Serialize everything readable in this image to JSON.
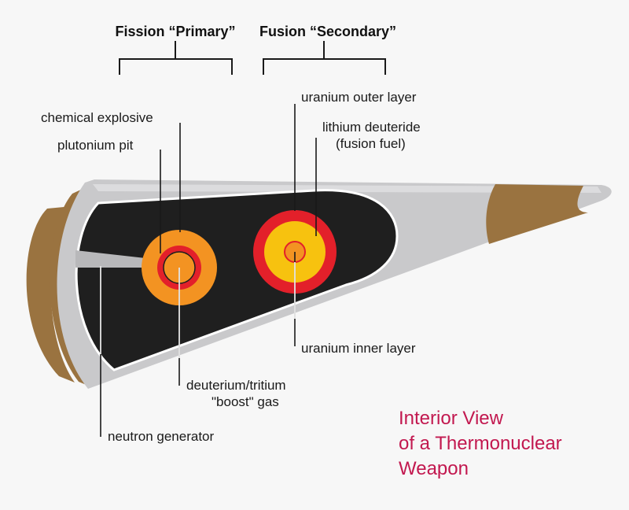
{
  "headers": {
    "primary": "Fission “Primary”",
    "secondary": "Fusion “Secondary”"
  },
  "labels": {
    "chemical_explosive": "chemical explosive",
    "plutonium_pit": "plutonium pit",
    "uranium_outer_layer": "uranium outer layer",
    "lithium_deuteride": "lithium deuteride",
    "fusion_fuel": "(fusion fuel)",
    "uranium_inner_layer": "uranium inner layer",
    "deuterium_tritium": "deuterium/tritium",
    "boost_gas": "\"boost\" gas",
    "neutron_generator": "neutron generator"
  },
  "title": {
    "line1": "Interior View",
    "line2": "of a Thermonuclear",
    "line3": "Weapon"
  },
  "colors": {
    "casing": "#c9c9cb",
    "interior": "#1f1f1f",
    "bronze": "#9a7340",
    "orange": "#f39322",
    "red": "#e3202a",
    "yellow": "#f7c20f",
    "title": "#c2184f"
  }
}
